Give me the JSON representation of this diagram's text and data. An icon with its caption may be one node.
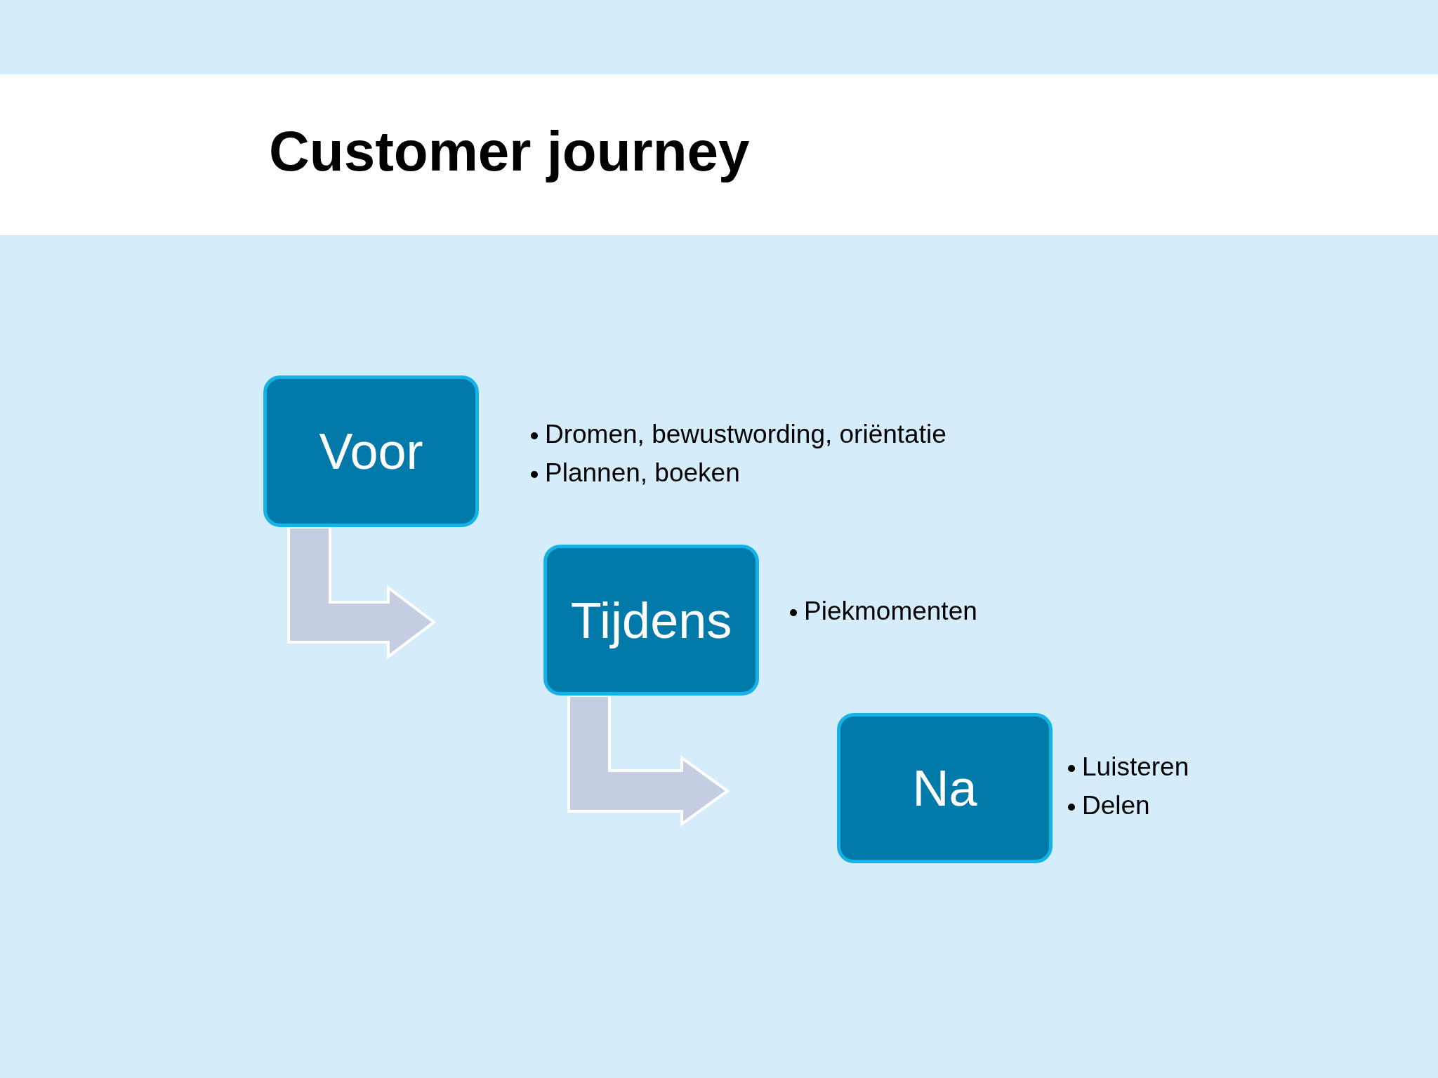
{
  "diagram": {
    "title": "Customer journey",
    "nodes": [
      {
        "text": [
          "Voor"
        ],
        "beside": [
          "Dromen, bewustwording, oriëntatie",
          "Plannen, boeken"
        ]
      },
      {
        "text": [
          "Tijdens"
        ],
        "beside": [
          "Piekmomenten"
        ]
      },
      {
        "text": [
          "Na"
        ],
        "beside": [
          "Luisteren",
          "Delen"
        ]
      }
    ],
    "edges": [
      {
        "from": 0,
        "to": 1,
        "arrow": "to"
      },
      {
        "from": 1,
        "to": 2,
        "arrow": "to"
      }
    ]
  }
}
